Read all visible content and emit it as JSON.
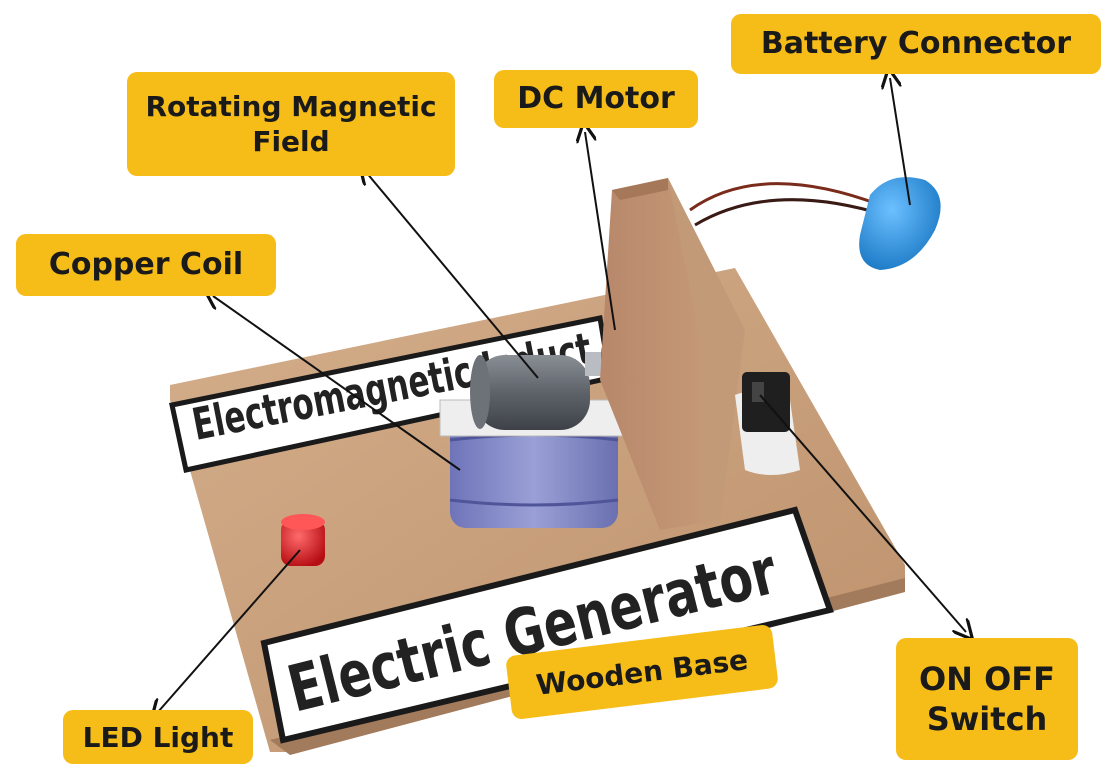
{
  "labels": {
    "battery_connector": "Battery Connector",
    "rotating_magnetic_field_line1": "Rotating Magnetic",
    "rotating_magnetic_field_line2": "Field",
    "dc_motor": "DC Motor",
    "copper_coil": "Copper Coil",
    "led_light": "LED Light",
    "wooden_base": "Wooden Base",
    "on_off_switch_line1": "ON OFF",
    "on_off_switch_line2": "Switch"
  },
  "signs": {
    "back_sign": "Electromagnetic Induct",
    "front_sign": "Electric Generator"
  },
  "colors": {
    "callout_fill": "#f6bd18",
    "wood": "#c9a07c",
    "coil": "#7f86c4",
    "led": "#d1141b",
    "battery_connector": "#2a8fd8"
  }
}
